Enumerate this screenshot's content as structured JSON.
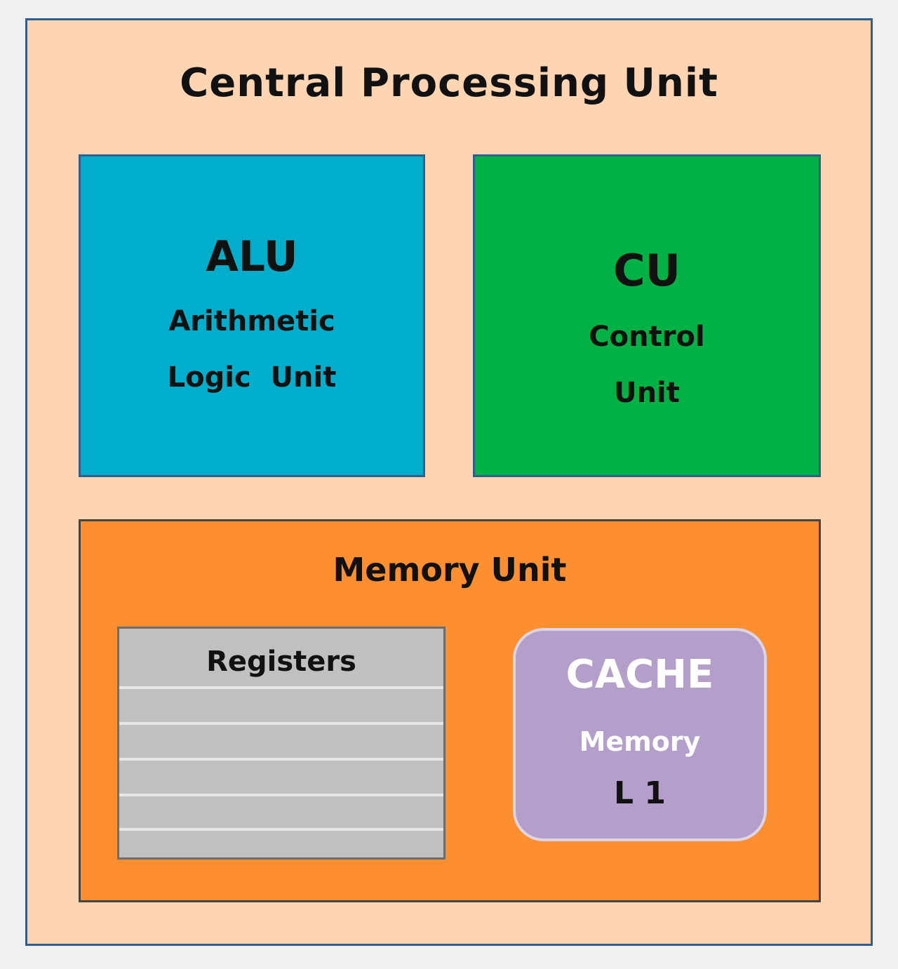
{
  "cpu": {
    "title": "Central Processing Unit"
  },
  "alu": {
    "abbr": "ALU",
    "line1": "Arithmetic",
    "line2": "Logic  Unit"
  },
  "cu": {
    "abbr": "CU",
    "line1": "Control",
    "line2": "Unit"
  },
  "memory": {
    "title": "Memory Unit",
    "registers_label": "Registers",
    "cache": {
      "title": "CACHE",
      "subtitle": "Memory",
      "level": "L 1"
    }
  },
  "colors": {
    "cpu_background": "#fdd5b3",
    "alu": "#00aecb",
    "cu": "#00b145",
    "memory_unit": "#fd8f31",
    "registers": "#c0c0c0",
    "cache": "#b49fca"
  }
}
